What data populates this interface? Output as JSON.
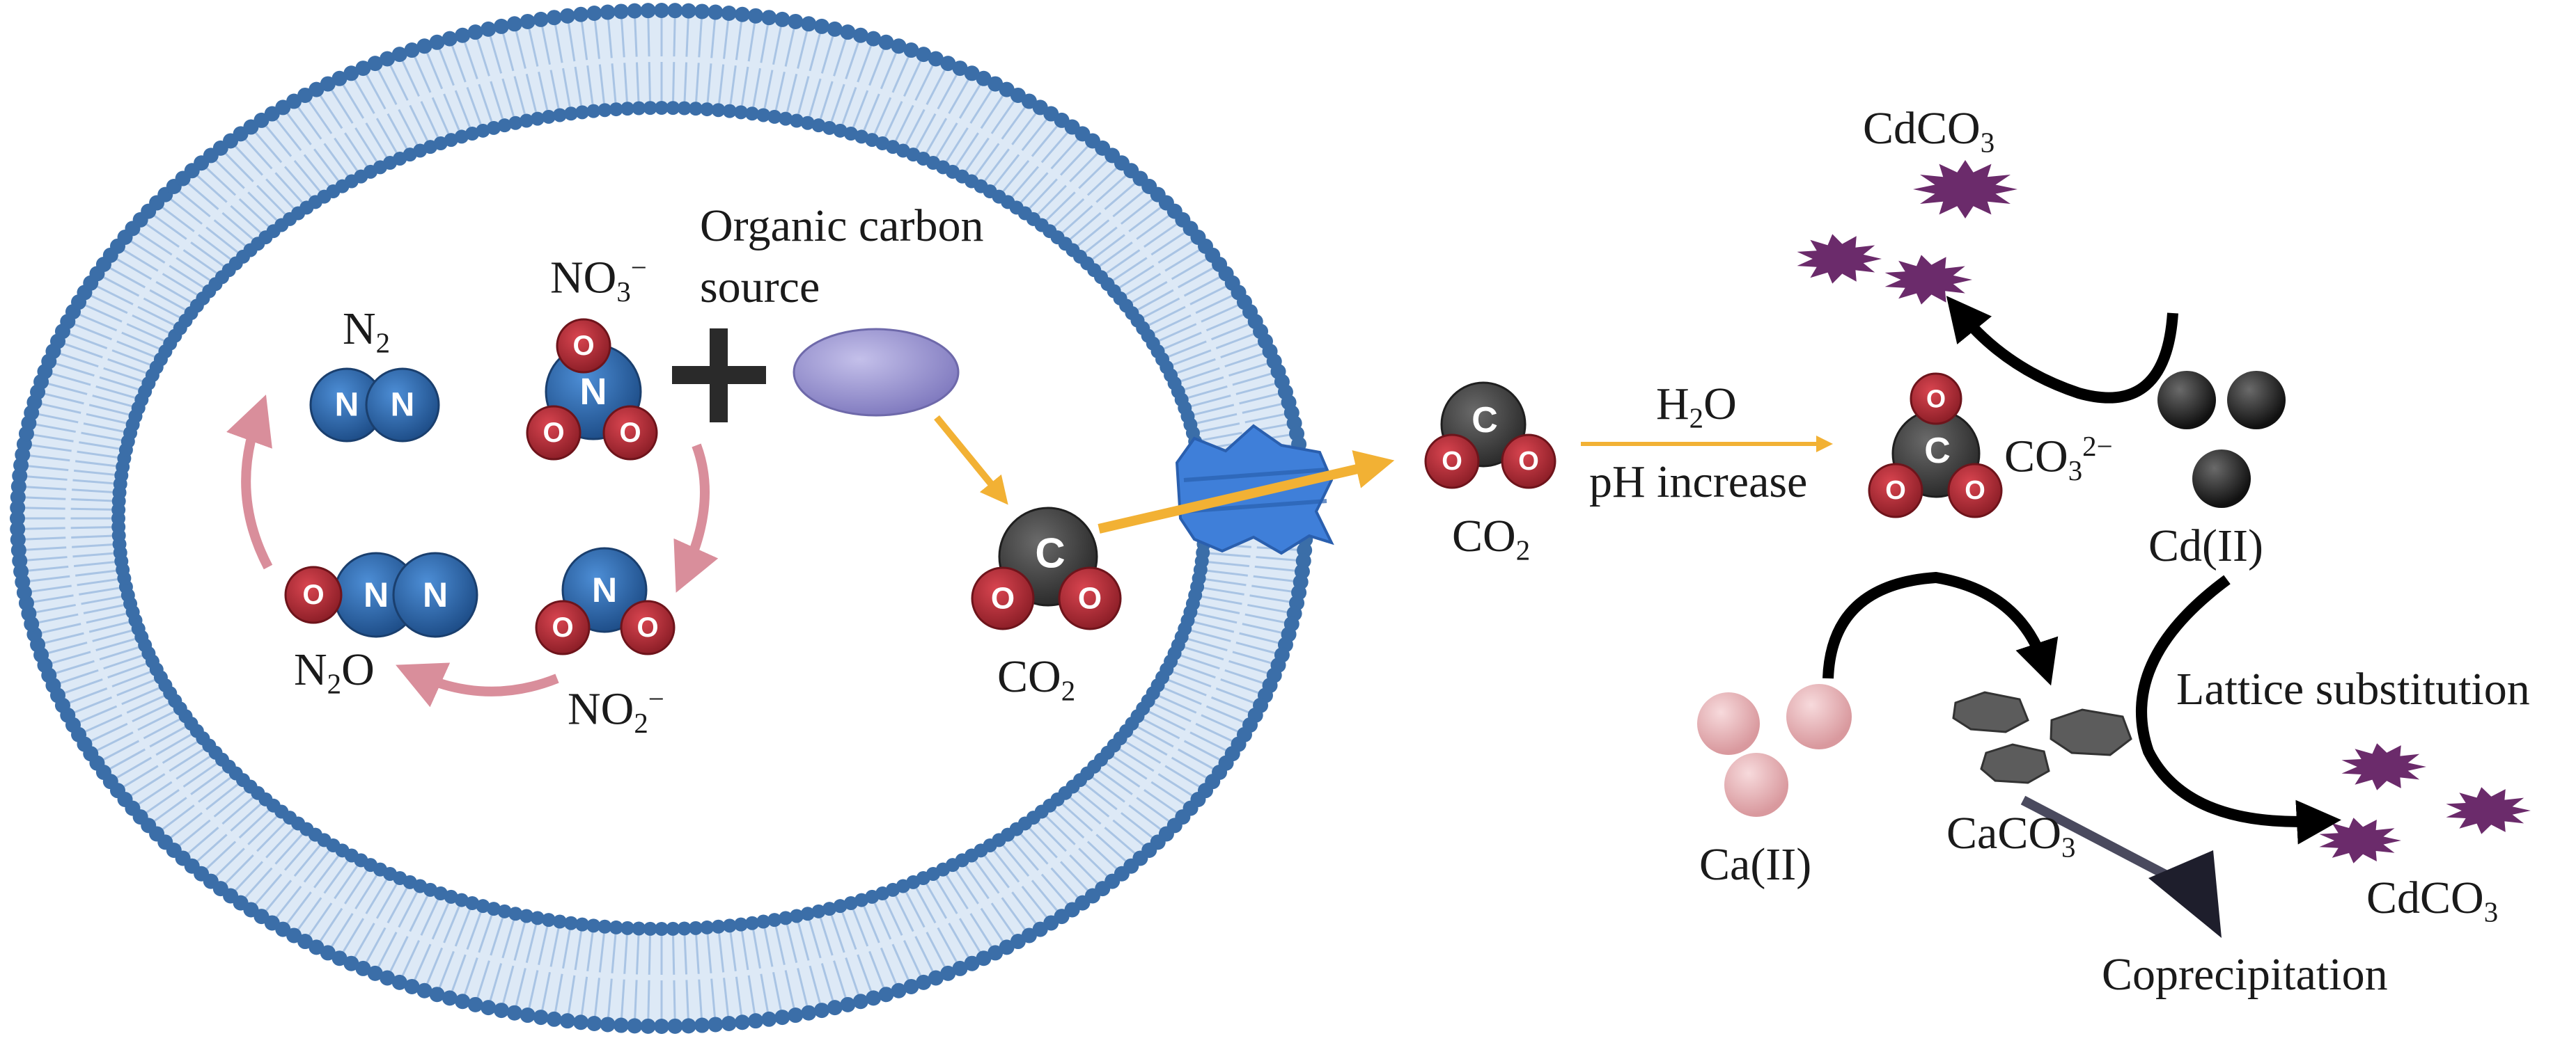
{
  "labels": {
    "organic_carbon_line1": "Organic carbon",
    "organic_carbon_line2": "source",
    "no3": {
      "base": "NO",
      "sub": "3",
      "sup": "−"
    },
    "n2": {
      "base": "N",
      "sub": "2"
    },
    "n2o": {
      "pre": "N",
      "sub": "2",
      "post": "O"
    },
    "no2": {
      "base": "NO",
      "sub": "2",
      "sup": "−"
    },
    "co2_inside": {
      "base": "CO",
      "sub": "2"
    },
    "co2_outside": {
      "base": "CO",
      "sub": "2"
    },
    "h2o": {
      "pre": "H",
      "sub": "2",
      "post": "O"
    },
    "ph_increase": "pH increase",
    "co3": {
      "base": "CO",
      "sub": "3",
      "sup": "2−"
    },
    "cdco3_top": {
      "base": "CdCO",
      "sub": "3"
    },
    "cd_ii": "Cd(II)",
    "ca_ii": "Ca(II)",
    "caco3": {
      "base": "CaCO",
      "sub": "3"
    },
    "lattice_substitution": "Lattice substitution",
    "cdco3_bottom": {
      "base": "CdCO",
      "sub": "3"
    },
    "coprecipitation": "Coprecipitation"
  },
  "atom_letters": {
    "nitrogen": "N",
    "oxygen": "O",
    "carbon": "C"
  },
  "colors": {
    "membrane_head": "#3b6ea8",
    "membrane_tail": "#a9c4e4",
    "nitrogen": "#2f6db3",
    "oxygen": "#c0313c",
    "carbon": "#4a4a4a",
    "cycle_arrow": "#d98e9b",
    "flow_arrow": "#f2b134",
    "channel": "#3f7fd9",
    "cdco3": "#6b2b6b",
    "cd_ion": "#2a2a2a",
    "ca_ion": "#e8b4b8",
    "caco3_rock": "#5c5c5c",
    "organic_blob": "#9b96d0",
    "black_arrow": "#000000",
    "coprecip_arrow": "#2a2a3a"
  }
}
